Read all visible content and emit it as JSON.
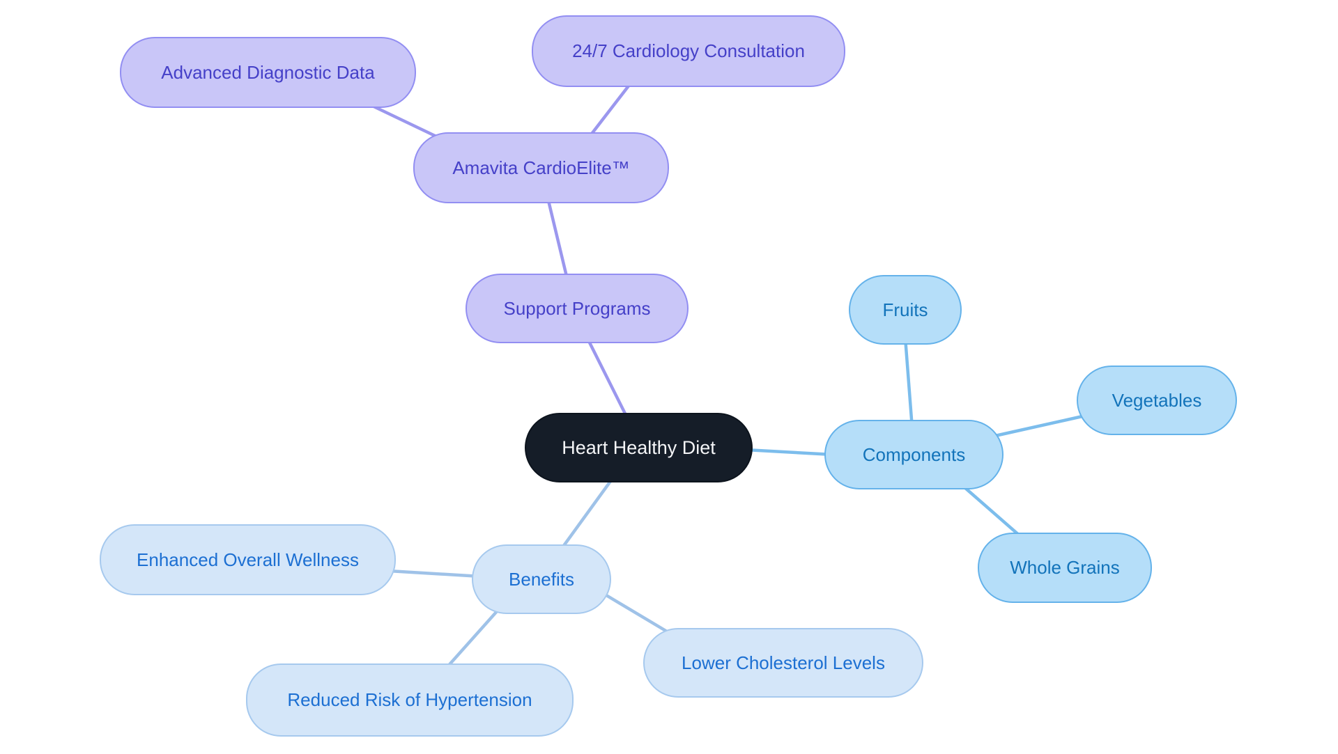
{
  "diagram": {
    "type": "mind-map",
    "background_color": "#ffffff",
    "nodes": [
      {
        "id": "heart-healthy-diet",
        "label": "Heart Healthy Diet",
        "branch": "center"
      },
      {
        "id": "support-programs",
        "label": "Support Programs",
        "branch": "purple"
      },
      {
        "id": "amavita-cardioelite",
        "label": "Amavita CardioElite™",
        "branch": "purple"
      },
      {
        "id": "advanced-diagnostic-data",
        "label": "Advanced Diagnostic Data",
        "branch": "purple"
      },
      {
        "id": "cardiology-consultation",
        "label": "24/7 Cardiology Consultation",
        "branch": "purple"
      },
      {
        "id": "components",
        "label": "Components",
        "branch": "blue"
      },
      {
        "id": "fruits",
        "label": "Fruits",
        "branch": "blue"
      },
      {
        "id": "vegetables",
        "label": "Vegetables",
        "branch": "blue"
      },
      {
        "id": "whole-grains",
        "label": "Whole Grains",
        "branch": "blue"
      },
      {
        "id": "benefits",
        "label": "Benefits",
        "branch": "lightblue"
      },
      {
        "id": "enhanced-overall-wellness",
        "label": "Enhanced Overall Wellness",
        "branch": "lightblue"
      },
      {
        "id": "reduced-risk-of-hypertension",
        "label": "Reduced Risk of Hypertension",
        "branch": "lightblue"
      },
      {
        "id": "lower-cholesterol-levels",
        "label": "Lower Cholesterol Levels",
        "branch": "lightblue"
      }
    ],
    "edges": [
      {
        "from": "support-programs",
        "to": "heart-healthy-diet",
        "branch": "purple"
      },
      {
        "from": "amavita-cardioelite",
        "to": "support-programs",
        "branch": "purple"
      },
      {
        "from": "amavita-cardioelite",
        "to": "advanced-diagnostic-data",
        "branch": "purple"
      },
      {
        "from": "amavita-cardioelite",
        "to": "cardiology-consultation",
        "branch": "purple"
      },
      {
        "from": "heart-healthy-diet",
        "to": "components",
        "branch": "blue"
      },
      {
        "from": "components",
        "to": "fruits",
        "branch": "blue"
      },
      {
        "from": "components",
        "to": "vegetables",
        "branch": "blue"
      },
      {
        "from": "components",
        "to": "whole-grains",
        "branch": "blue"
      },
      {
        "from": "heart-healthy-diet",
        "to": "benefits",
        "branch": "lightblue"
      },
      {
        "from": "benefits",
        "to": "enhanced-overall-wellness",
        "branch": "lightblue"
      },
      {
        "from": "benefits",
        "to": "reduced-risk-of-hypertension",
        "branch": "lightblue"
      },
      {
        "from": "benefits",
        "to": "lower-cholesterol-levels",
        "branch": "lightblue"
      }
    ],
    "colors": {
      "center_fill": "#151d28",
      "center_text": "#f4f5f7",
      "purple_fill": "#c9c6f8",
      "purple_border": "#928ef2",
      "purple_text": "#4540c8",
      "purple_line": "#9b97ee",
      "blue_fill": "#b5def9",
      "blue_border": "#64b2ea",
      "blue_text": "#1273ba",
      "blue_line": "#7cbdec",
      "lightblue_fill": "#d4e6f9",
      "lightblue_border": "#a6c9ee",
      "lightblue_text": "#1c6fd2",
      "lightblue_line": "#9fc2e8"
    }
  }
}
